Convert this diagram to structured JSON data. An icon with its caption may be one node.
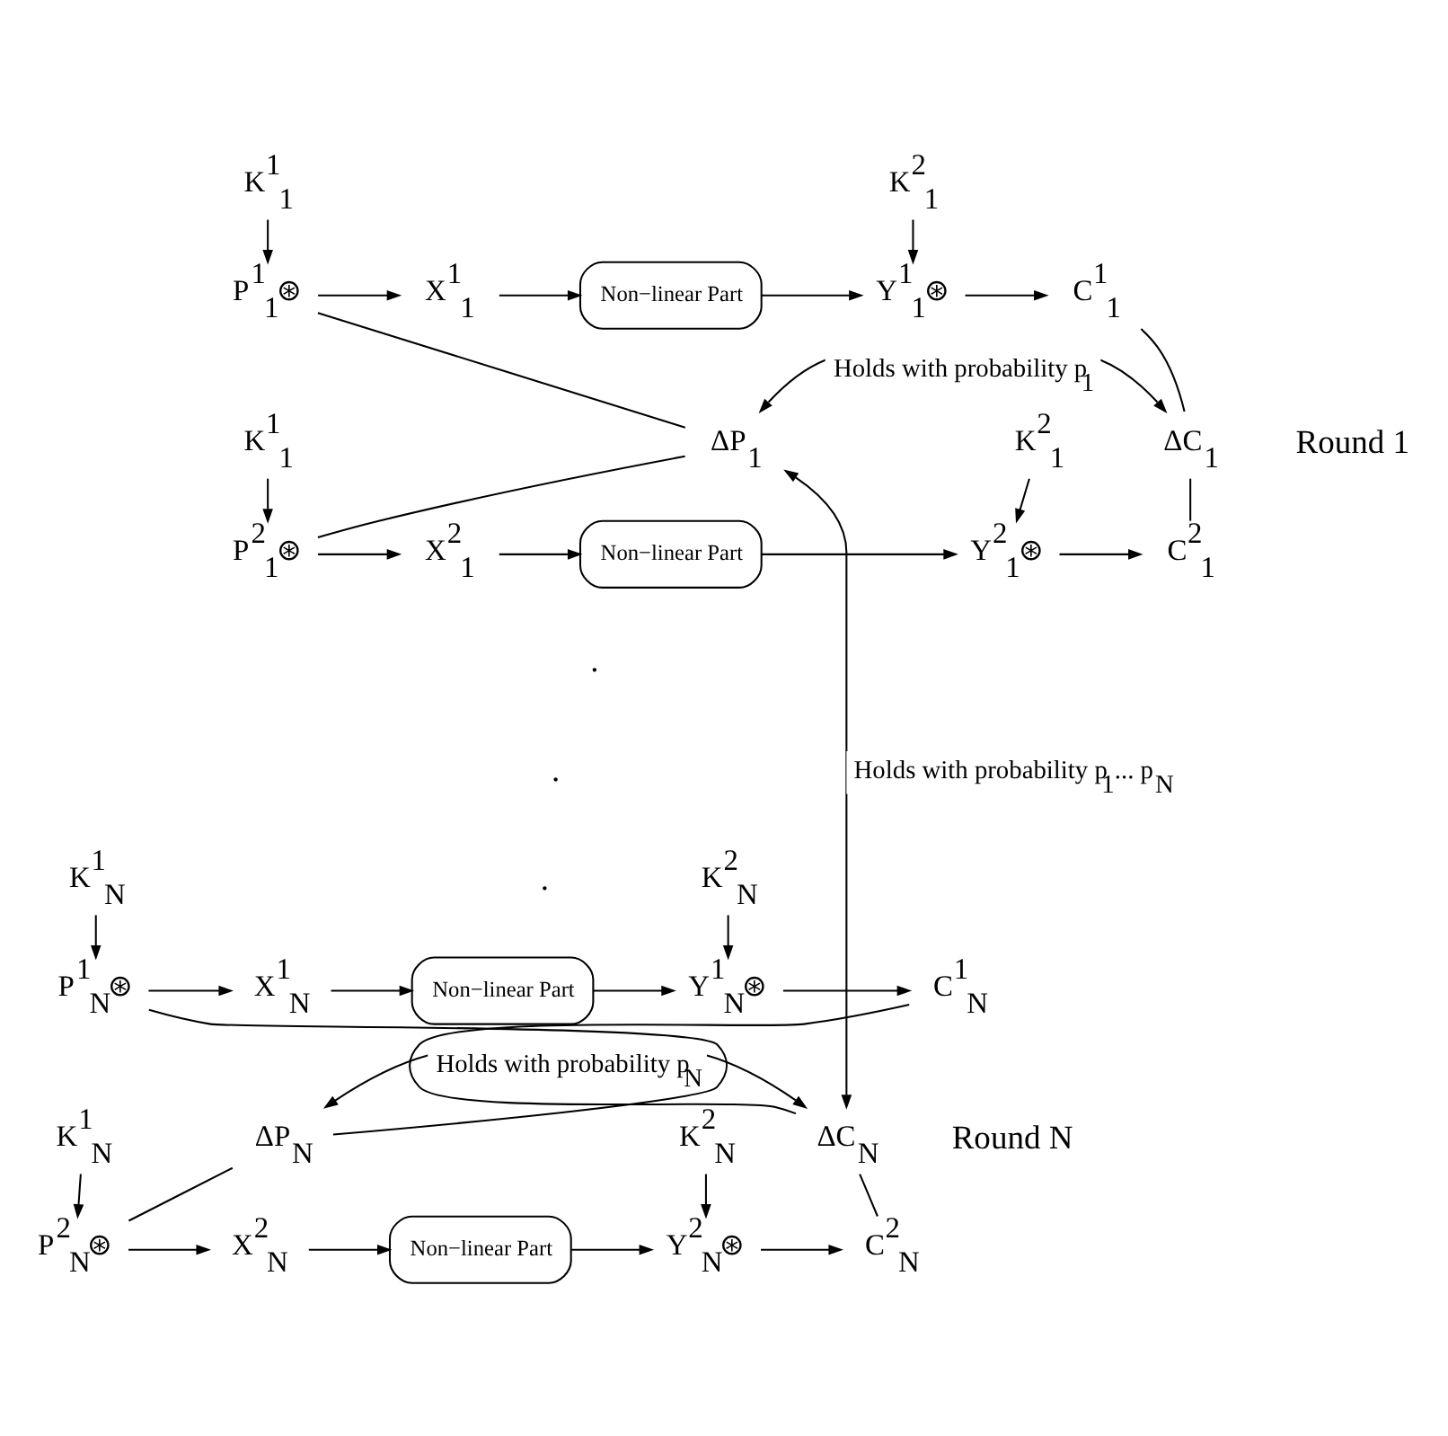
{
  "diagram": {
    "nodes": [
      {
        "text": [
          "K$^{1}$$_{1}$"
        ]
      },
      {
        "text": [
          "K$^{2}$$_{1}$"
        ]
      },
      {
        "text": [
          "P$^{1}$$_{1}$⊛"
        ]
      },
      {
        "text": [
          "X$^{1}$$_{1}$"
        ]
      },
      {
        "text": [
          "Non−linear Part"
        ]
      },
      {
        "text": [
          "Y$^{1}$$_{1}$⊛"
        ]
      },
      {
        "text": [
          "C$^{1}$$_{1}$"
        ]
      },
      {
        "text": [
          "ΔP$_{1}$"
        ]
      },
      {
        "text": [
          "ΔC$_{1}$"
        ]
      },
      {
        "text": [
          "K$^{1}$$_{1}$"
        ]
      },
      {
        "text": [
          "K$^{2}$$_{1}$"
        ]
      },
      {
        "text": [
          "P$^{2}$$_{1}$⊛"
        ]
      },
      {
        "text": [
          "X$^{2}$$_{1}$"
        ]
      },
      {
        "text": [
          "Non−linear Part"
        ]
      },
      {
        "text": [
          "Y$^{2}$$_{1}$⊛"
        ]
      },
      {
        "text": [
          "C$^{2}$$_{1}$"
        ]
      },
      {
        "text": [
          "K$^{1}$$_{N}$"
        ]
      },
      {
        "text": [
          "K$^{2}$$_{N}$"
        ]
      },
      {
        "text": [
          "P$^{1}$$_{N}$⊛"
        ]
      },
      {
        "text": [
          "X$^{1}$$_{N}$"
        ]
      },
      {
        "text": [
          "Non−linear Part"
        ]
      },
      {
        "text": [
          "Y$^{1}$$_{N}$⊛"
        ]
      },
      {
        "text": [
          "C$^{1}$$_{N}$"
        ]
      },
      {
        "text": [
          "ΔP$_{N}$"
        ]
      },
      {
        "text": [
          "ΔC$_{N}$"
        ]
      },
      {
        "text": [
          "K$^{1}$$_{N}$"
        ]
      },
      {
        "text": [
          "K$^{2}$$_{N}$"
        ]
      },
      {
        "text": [
          "P$^{2}$$_{N}$⊛"
        ]
      },
      {
        "text": [
          "X$^{2}$$_{N}$"
        ]
      },
      {
        "text": [
          "Non−linear Part"
        ]
      },
      {
        "text": [
          "Y$^{2}$$_{N}$⊛"
        ]
      },
      {
        "text": [
          "C$^{2}$$_{N}$"
        ]
      }
    ],
    "edges": [
      {
        "from": 7,
        "to": 8,
        "arrow": "both",
        "label": "Holds with probability p$_{1}$"
      },
      {
        "from": 0,
        "to": 2,
        "arrow": "to"
      },
      {
        "from": 1,
        "to": 5,
        "arrow": "to"
      },
      {
        "from": 2,
        "to": 3,
        "arrow": "to"
      },
      {
        "from": 3,
        "to": 4,
        "arrow": "to"
      },
      {
        "from": 4,
        "to": 5,
        "arrow": "to"
      },
      {
        "from": 5,
        "to": 6,
        "arrow": "to"
      },
      {
        "from": 7,
        "to": 2,
        "arrow": "none"
      },
      {
        "from": 7,
        "to": 11,
        "arrow": "none"
      },
      {
        "from": 6,
        "to": 8,
        "arrow": "none"
      },
      {
        "from": 15,
        "to": 8,
        "arrow": "none"
      },
      {
        "from": 9,
        "to": 11,
        "arrow": "to"
      },
      {
        "from": 10,
        "to": 14,
        "arrow": "to"
      },
      {
        "from": 11,
        "to": 12,
        "arrow": "to"
      },
      {
        "from": 12,
        "to": 13,
        "arrow": "to"
      },
      {
        "from": 13,
        "to": 14,
        "arrow": "to"
      },
      {
        "from": 14,
        "to": 15,
        "arrow": "to"
      },
      {
        "from": 23,
        "to": 24,
        "arrow": "both",
        "label": "Holds with probability p$_{N}$"
      },
      {
        "from": 16,
        "to": 18,
        "arrow": "to"
      },
      {
        "from": 17,
        "to": 21,
        "arrow": "to"
      },
      {
        "from": 18,
        "to": 19,
        "arrow": "to"
      },
      {
        "from": 19,
        "to": 20,
        "arrow": "to"
      },
      {
        "from": 20,
        "to": 21,
        "arrow": "to"
      },
      {
        "from": 21,
        "to": 22,
        "arrow": "to"
      },
      {
        "from": 23,
        "to": 18,
        "arrow": "none"
      },
      {
        "from": 23,
        "to": 27,
        "arrow": "none"
      },
      {
        "from": 22,
        "to": 24,
        "arrow": "none"
      },
      {
        "from": 31,
        "to": 24,
        "arrow": "none"
      },
      {
        "from": 25,
        "to": 27,
        "arrow": "to"
      },
      {
        "from": 26,
        "to": 30,
        "arrow": "to"
      },
      {
        "from": 27,
        "to": 28,
        "arrow": "to"
      },
      {
        "from": 28,
        "to": 29,
        "arrow": "to"
      },
      {
        "from": 29,
        "to": 30,
        "arrow": "to"
      },
      {
        "from": 30,
        "to": 31,
        "arrow": "to"
      },
      {
        "from": 7,
        "to": 24,
        "arrow": "both",
        "label": "Holds with probability p$_{1}$... p$_{N}$"
      }
    ],
    "labels": [
      "Round 1",
      ".",
      ".",
      ".",
      "Round N"
    ]
  }
}
